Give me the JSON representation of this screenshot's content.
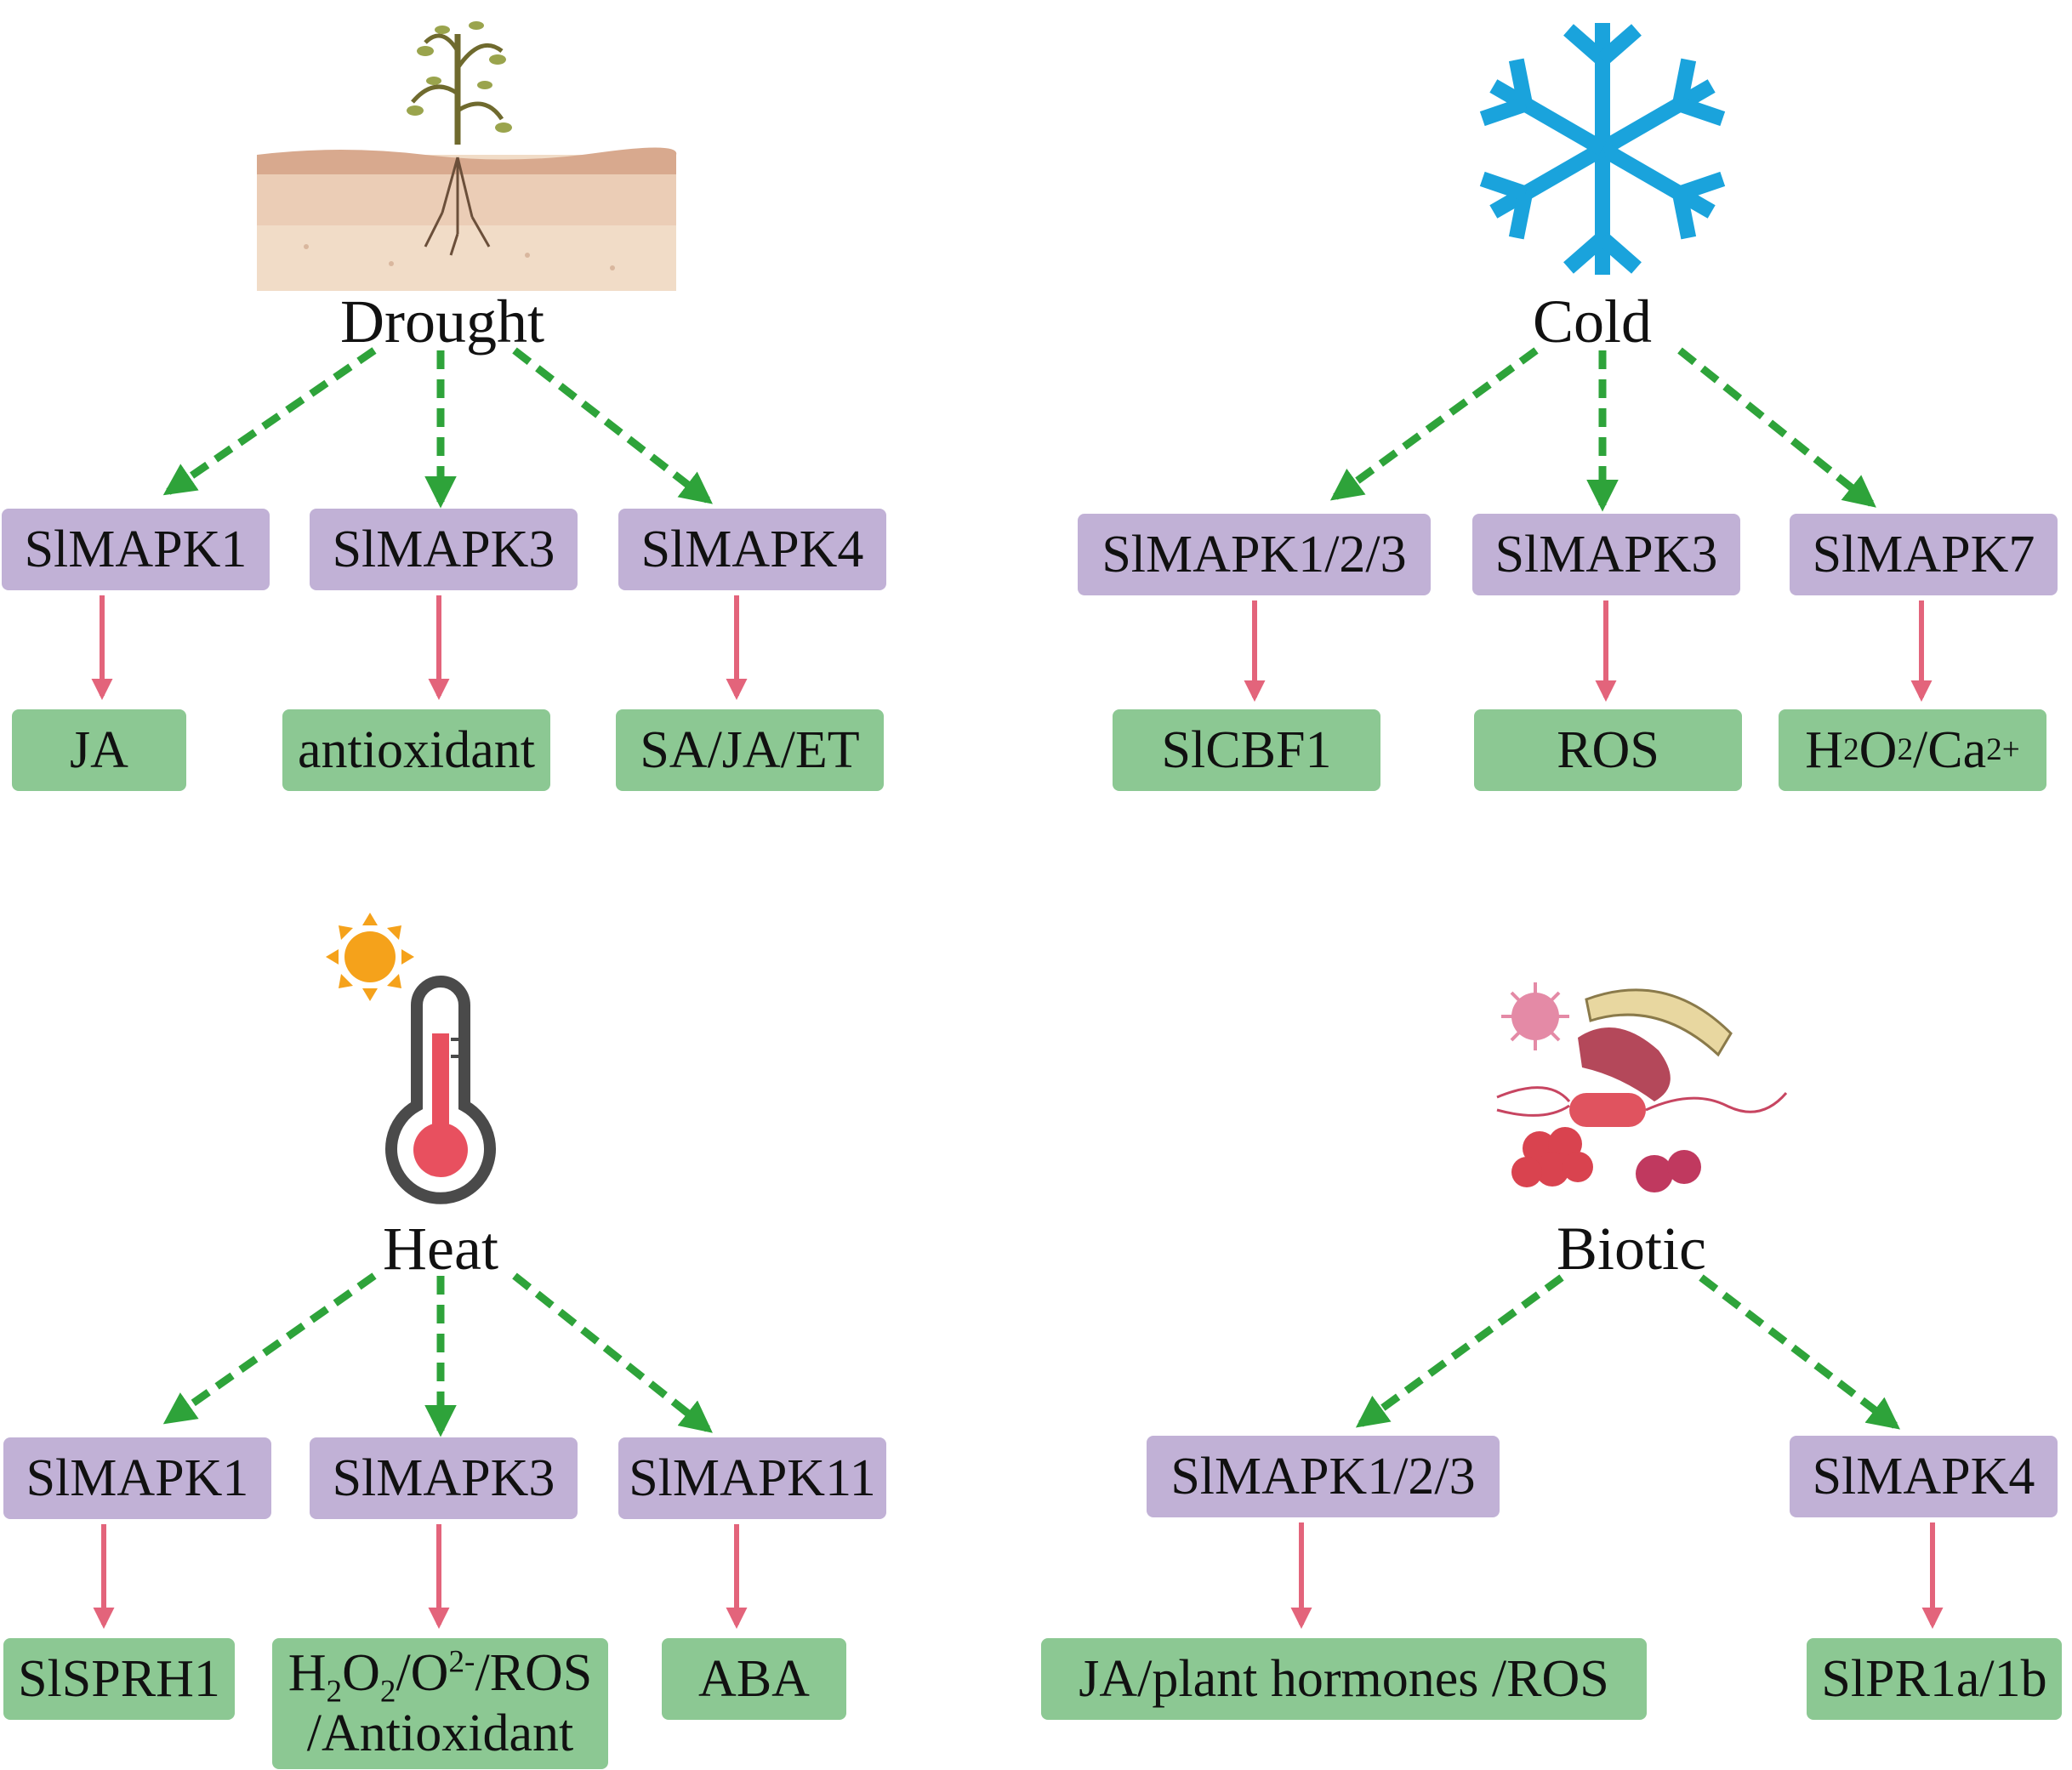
{
  "palette": {
    "kinase_fill": "#c1b1d6",
    "target_fill": "#8cc893",
    "dashed_arrow": "#2ea33a",
    "solid_arrow": "#e3647b"
  },
  "panels": {
    "drought": {
      "title": "Drought",
      "icon": "wilted-plant-soil-icon",
      "kinases": [
        "SlMAPK1",
        "SlMAPK3",
        "SlMAPK4"
      ],
      "targets": [
        "JA",
        "antioxidant",
        "SA/JA/ET"
      ]
    },
    "cold": {
      "title": "Cold",
      "icon": "snowflake-icon",
      "kinases": [
        "SlMAPK1/2/3",
        "SlMAPK3",
        "SlMAPK7"
      ],
      "targets": [
        "SlCBF1",
        "ROS",
        {
          "base1": "H",
          "sub1": "2",
          "base2": "O",
          "sub2": "2",
          "base3": "/Ca",
          "sup": "2+"
        }
      ]
    },
    "heat": {
      "title": "Heat",
      "icon": "thermometer-sun-icon",
      "kinases": [
        "SlMAPK1",
        "SlMAPK3",
        "SlMAPK11"
      ],
      "targets": [
        "SlSPRH1",
        {
          "base1": "H",
          "sub1": "2",
          "base2": "O",
          "sub2": "2",
          "base3": "/O",
          "sup": "2-",
          "tail": "/ROS",
          "line2": "/Antioxidant"
        },
        "ABA"
      ]
    },
    "biotic": {
      "title": "Biotic",
      "icon": "pathogens-icon",
      "kinases": [
        "SlMAPK1/2/3",
        "SlMAPK4"
      ],
      "targets": [
        "JA/plant hormones /ROS",
        "SlPR1a/1b"
      ]
    }
  }
}
